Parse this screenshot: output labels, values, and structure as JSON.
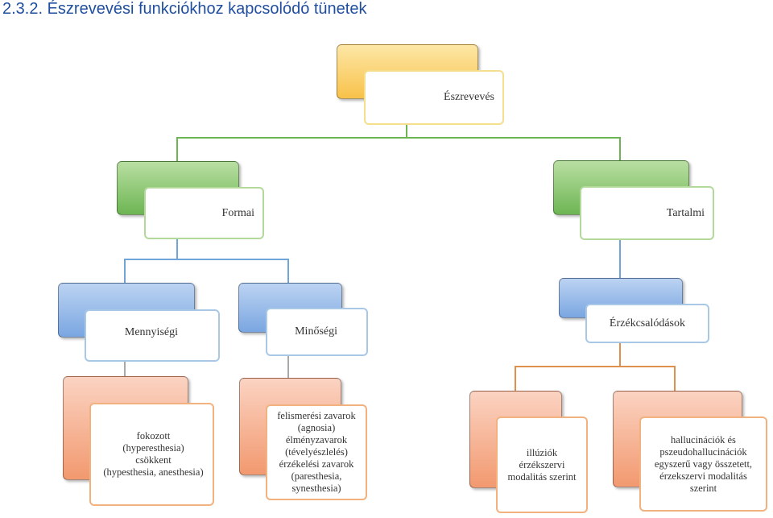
{
  "heading": "2.3.2. Észrevevési funkciókhoz kapcsolódó tünetek",
  "nodes": {
    "root": "Észrevevés",
    "formai": "Formai",
    "tartalmi": "Tartalmi",
    "mennyisegi": "Mennyiségi",
    "minosegi": "Minőségi",
    "erzekcsalodasok": "Érzékcsalódások",
    "mennyisegi_detail": "fokozott\n(hyperesthesia)\ncsökkent\n(hypesthesia, anesthesia)",
    "minosegi_detail": "felismerési zavarok\n(agnosia)\nélményzavarok\n(tévelyészlelés)\nérzékelési zavarok\n(paresthesia,\nsynesthesia)",
    "illuziok": "illúziók\nérzékszervi\nmodalitás szerint",
    "hallucinaciok": "hallucinációk és\npszeudohallucinációk\negyszerű vagy összetett,\nérzekszervi modalitás\nszerint"
  },
  "colors": {
    "level1": "#f8c24a",
    "level2": "#6db553",
    "level3": "#7aa6e1",
    "level4": "#f2996f",
    "heading": "#1f4e9e"
  }
}
